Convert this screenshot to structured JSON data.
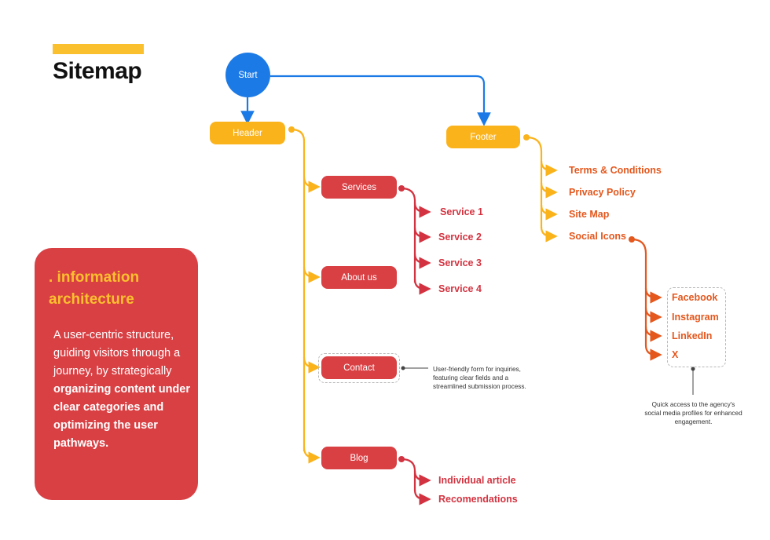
{
  "title": "Sitemap",
  "info_card": {
    "heading": ". information architecture",
    "body_regular": "A user-centric structure, guiding visitors through a journey,  by strategically",
    "body_bold": "organizing content under clear categories and optimizing the user pathways."
  },
  "nodes": {
    "start": "Start",
    "header": "Header",
    "footer": "Footer",
    "services": "Services",
    "about": "About us",
    "contact": "Contact",
    "blog": "Blog"
  },
  "services_children": [
    "Service 1",
    "Service 2",
    "Service 3",
    "Service 4"
  ],
  "footer_children": [
    "Terms & Conditions",
    "Privacy Policy",
    "Site Map",
    "Social Icons"
  ],
  "social_children": [
    "Facebook",
    "Instagram",
    "LinkedIn",
    "X"
  ],
  "blog_children": [
    "Individual article",
    "Recomendations"
  ],
  "notes": {
    "contact": "User-friendly form for inquiries, featuring clear fields and a streamlined submission process.",
    "social": "Quick access to the agency's social media profiles for enhanced engagement."
  },
  "colors": {
    "accent_yellow": "#fbc02d",
    "node_yellow": "#fbb31c",
    "node_red": "#d94044",
    "start_blue": "#1c7ae6",
    "leaf_orange": "#e4571d",
    "leaf_red": "#d33340"
  }
}
